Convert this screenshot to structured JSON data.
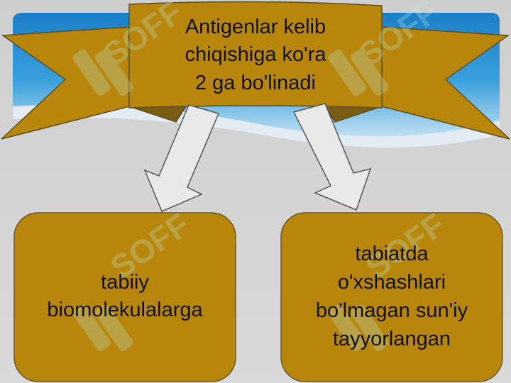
{
  "title": "Antigenlar kelib\nchiqishiga ko'ra\n2 ga bo'linadi",
  "categories": [
    {
      "label": "tabiiy\nbiomolekulalarga"
    },
    {
      "label": "tabiatda\no'xshashlari\nbo'lmagan sun'iy\ntayyorlangan"
    }
  ],
  "watermark": {
    "text": "SOFF"
  },
  "colors": {
    "background": "#d4d4d4",
    "box_fill": "#b8860b",
    "box_stroke": "#6b5a2a",
    "header_band": "#1e8ad0",
    "arrow_fill": "#e9e9e9",
    "arrow_stroke": "#555555",
    "text": "#111111"
  }
}
